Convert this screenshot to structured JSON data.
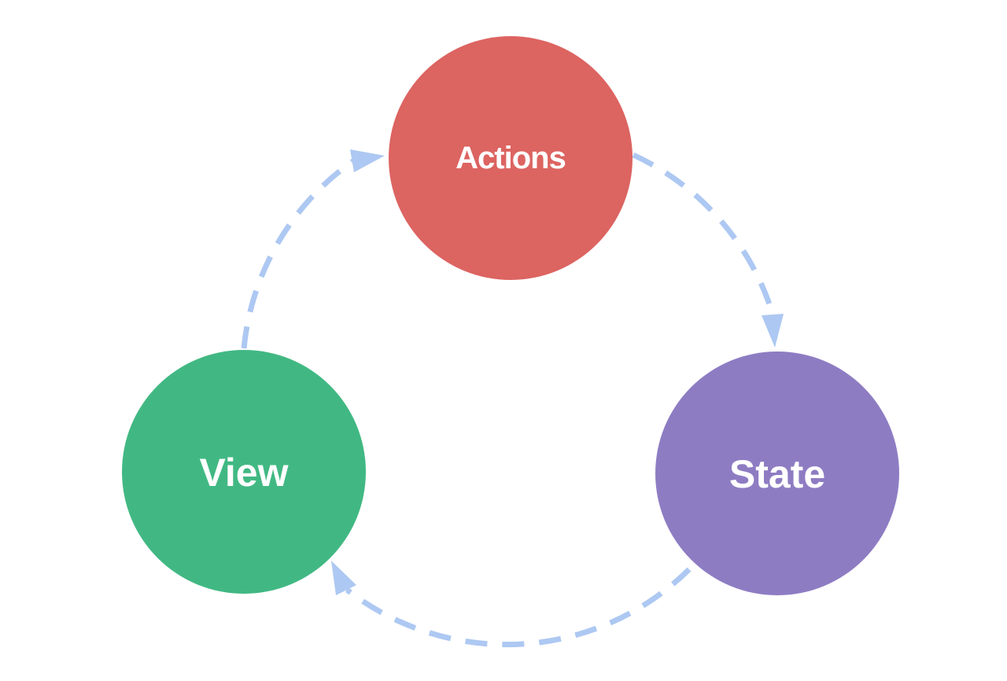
{
  "diagram": {
    "background_color": "#ffffff",
    "nodes": {
      "actions": {
        "label": "Actions",
        "color": "#dc6461"
      },
      "state": {
        "label": "State",
        "color": "#8e7cc3"
      },
      "view": {
        "label": "View",
        "color": "#41b883"
      }
    },
    "flow": {
      "arrow_color": "#adc8f2",
      "style": "dashed",
      "direction": "clockwise",
      "edges": [
        {
          "from": "View",
          "to": "Actions"
        },
        {
          "from": "Actions",
          "to": "State"
        },
        {
          "from": "State",
          "to": "View"
        }
      ]
    }
  }
}
